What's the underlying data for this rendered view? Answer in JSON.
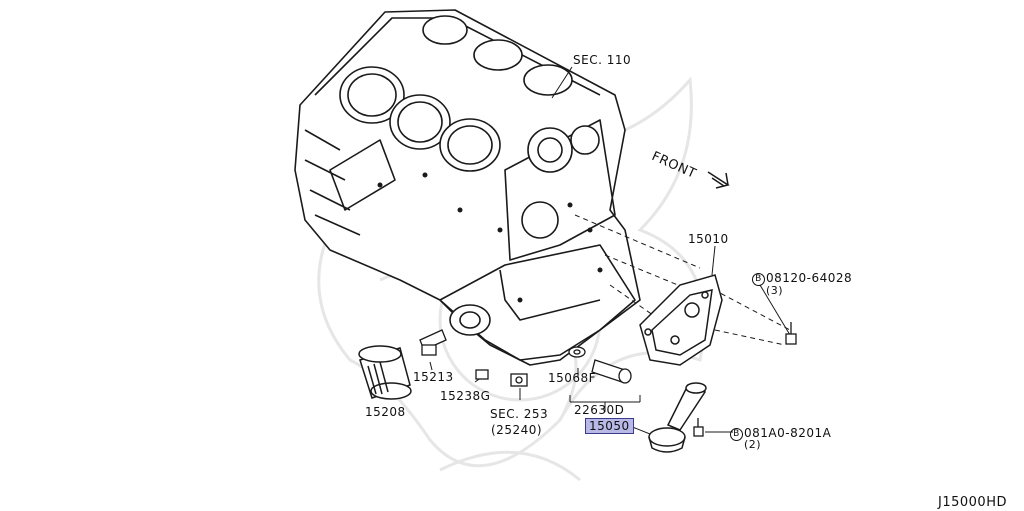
{
  "labels": {
    "sec110": "SEC. 110",
    "front": "FRONT",
    "p15010": "15010",
    "b1_part": "08120-64028",
    "b1_qty": "(3)",
    "b1_prefix": "B",
    "p15213": "15213",
    "p15238g": "15238G",
    "p15208": "15208",
    "sec253": "SEC. 253",
    "sec253_ref": "(25240)",
    "p15068f": "15068F",
    "p22630d": "22630D",
    "p15050": "15050",
    "b2_part": "081A0-8201A",
    "b2_qty": "(2)",
    "b2_prefix": "B",
    "diagram_code": "J15000HD"
  },
  "colors": {
    "line": "#1a1a1a",
    "highlight": "#b9b9e8",
    "watermark": "#e6e6e6"
  },
  "highlighted_part": "15050"
}
